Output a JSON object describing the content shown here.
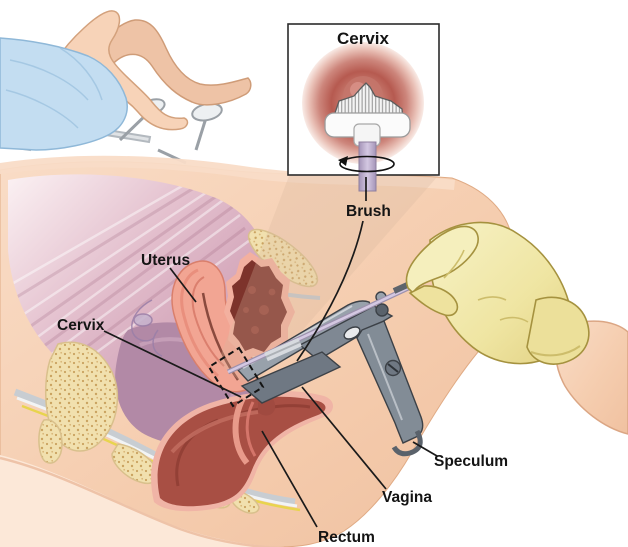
{
  "illustration": {
    "subject": "Pap test pelvic cross-section",
    "inset": {
      "title": "Cervix"
    },
    "labels": {
      "brush": "Brush",
      "uterus": "Uterus",
      "cervix": "Cervix",
      "speculum": "Speculum",
      "vagina": "Vagina",
      "rectum": "Rectum"
    },
    "palette": {
      "background": "#ffffff",
      "skin": "#f6d0b4",
      "skin_outline": "#d9a079",
      "drape_blue": "#c3ddf1",
      "muscle_rose": "#cf9fb4",
      "organ_purple": "#b289a6",
      "bone_tan": "#f1e0ae",
      "bone_speckle": "#c9a25f",
      "uterus_pink": "#f2a593",
      "uterus_cavity": "#7d332b",
      "rectum_red": "#a84f44",
      "speculum_gray": "#8d97a2",
      "glove_yellow": "#f1e9ac",
      "brush_stem_lavender": "#c7b8d8",
      "cervix_red": "#b65a50",
      "nerve_yellow": "#e8d44e",
      "line_black": "#1a1a1a"
    }
  }
}
